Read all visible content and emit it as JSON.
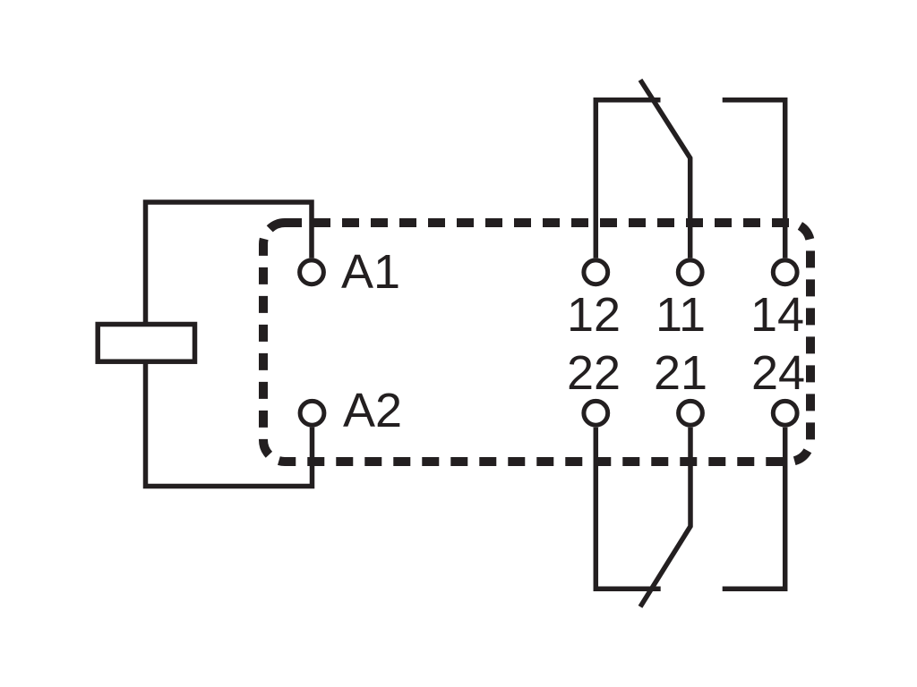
{
  "diagram": {
    "colors": {
      "line": "#231f20",
      "background": "#ffffff"
    },
    "coil": {
      "terminals": [
        "A1",
        "A2"
      ]
    },
    "contacts": {
      "top_row": [
        "12",
        "11",
        "14"
      ],
      "bottom_row": [
        "22",
        "21",
        "24"
      ]
    }
  }
}
